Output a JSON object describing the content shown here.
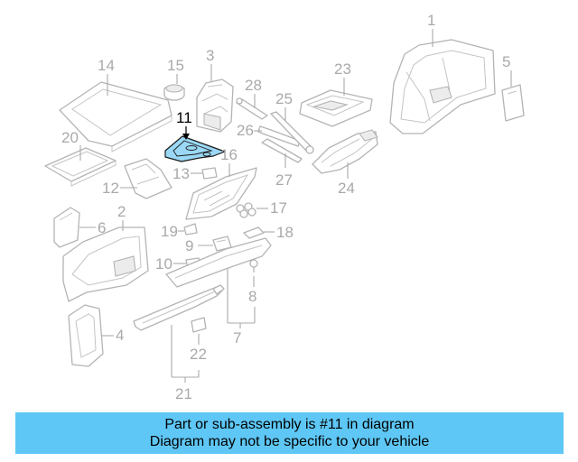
{
  "colors": {
    "banner_background": "#5ec7f5",
    "highlight_fill": "#9ad8f5",
    "part_line": "#b4b4b4",
    "callout_text": "#a9a9a9"
  },
  "diagram": {
    "highlighted_callout": "11",
    "callouts": {
      "c1": "1",
      "c2": "2",
      "c3": "3",
      "c4": "4",
      "c5": "5",
      "c6": "6",
      "c7": "7",
      "c8": "8",
      "c9": "9",
      "c10": "10",
      "c11": "11",
      "c12": "12",
      "c13": "13",
      "c14": "14",
      "c15": "15",
      "c16": "16",
      "c17": "17",
      "c18": "18",
      "c19": "19",
      "c20": "20",
      "c21": "21",
      "c22": "22",
      "c23": "23",
      "c24": "24",
      "c25": "25",
      "c26": "26",
      "c27": "27",
      "c28": "28"
    }
  },
  "banner": {
    "line1": "Part or sub-assembly is #11 in diagram",
    "line2": "Diagram may not be specific to your vehicle"
  }
}
